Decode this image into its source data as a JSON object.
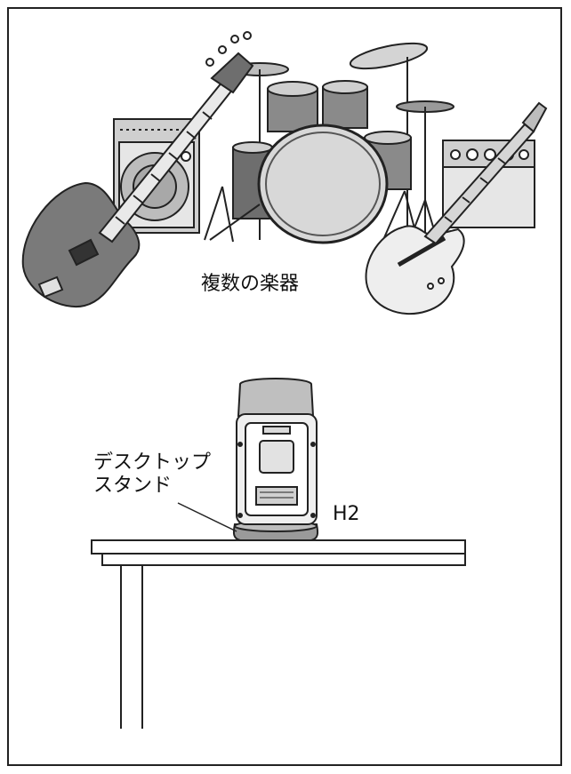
{
  "labels": {
    "instruments": "複数の楽器",
    "desktop_stand_line1": "デスクトップ",
    "desktop_stand_line2": "スタンド",
    "recorder": "H2"
  },
  "colors": {
    "outline": "#222222",
    "fill_dark": "#6e6e6e",
    "fill_mid": "#9a9a9a",
    "fill_light": "#c9c9c9",
    "background": "#ffffff"
  }
}
